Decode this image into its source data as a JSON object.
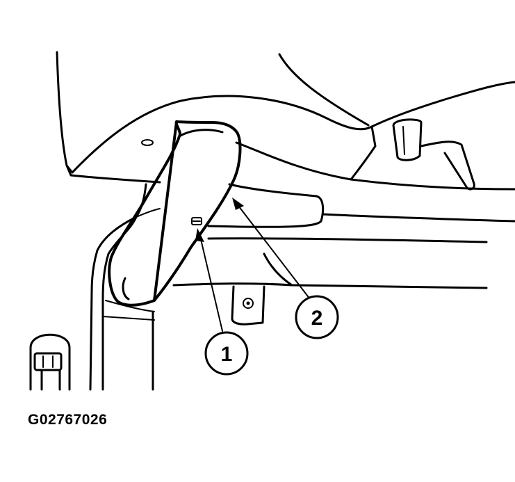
{
  "figure": {
    "code": "G02767026"
  },
  "callouts": [
    {
      "number": "1"
    },
    {
      "number": "2"
    }
  ]
}
